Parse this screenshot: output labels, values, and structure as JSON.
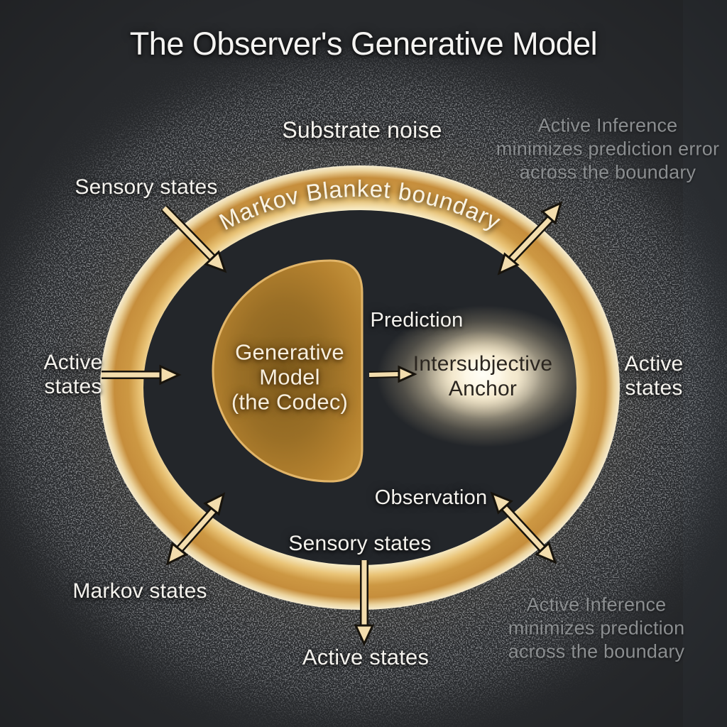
{
  "title": "The Observer's Generative Model",
  "ring": {
    "boundary_label": "Markov Blanket boundary"
  },
  "labels": {
    "substrate_noise": "Substrate noise",
    "sensory_states_top": "Sensory states",
    "active_states_left": "Active states",
    "active_states_right": "Active states",
    "markov_states": "Markov states",
    "sensory_states_bottom": "Sensory states",
    "active_states_bottom": "Active states",
    "prediction": "Prediction",
    "observation": "Observation"
  },
  "core": {
    "line1": "Generative",
    "line2": "Model",
    "line3": "(the Codec)"
  },
  "anchor": {
    "line1": "Intersubjective",
    "line2": "Anchor"
  },
  "annotations": {
    "top_right": {
      "line1": "Active Inference",
      "line2": "minimizes prediction error",
      "line3": "across the boundary"
    },
    "bottom_right": {
      "line1": "Active Inference",
      "line2": "minimizes prediction",
      "line3": "across the boundary"
    }
  },
  "colors": {
    "background": "#27292c",
    "interior": "#23262a",
    "ring_gold": "#cd9843",
    "ring_rim_light": "#f4e6c0",
    "core_fill": "#a9792c",
    "core_stroke": "#e2b568",
    "arrow_fill": "#f3ddad",
    "arrow_outline": "#17130c",
    "glow": "#fffef6",
    "text_white": "#f4f2ed",
    "text_gray": "#8b8e90",
    "anchor_text": "#2b2620"
  }
}
